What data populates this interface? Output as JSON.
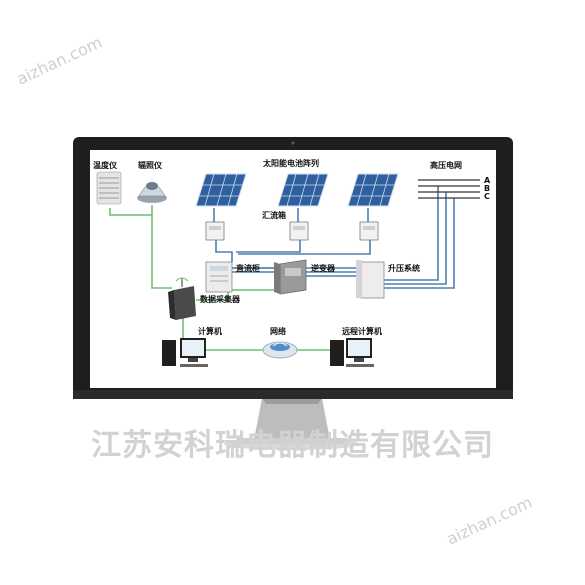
{
  "watermark": "aizhan.com",
  "company_name": "江苏安科瑞电器制造有限公司",
  "labels": {
    "temp_meter": "温度仪",
    "irradiance_meter": "辐照仪",
    "solar_array": "太阳能电池阵列",
    "combiner_box": "汇流箱",
    "dc_cabinet": "直流柜",
    "inverter": "逆变器",
    "boost_system": "升压系统",
    "hv_grid": "高压电网",
    "data_collector": "数据采集器",
    "computer": "计算机",
    "network": "网络",
    "remote_computer": "远程计算机"
  },
  "phases": [
    "A",
    "B",
    "C"
  ],
  "colors": {
    "bezel": "#1e1e1e",
    "screen": "#ffffff",
    "stand": "#c8c8c8",
    "dc_line": "#4f7fb0",
    "data_line": "#6fbf6f",
    "grid_line": "#333333",
    "watermark": "#cfcfcf"
  }
}
